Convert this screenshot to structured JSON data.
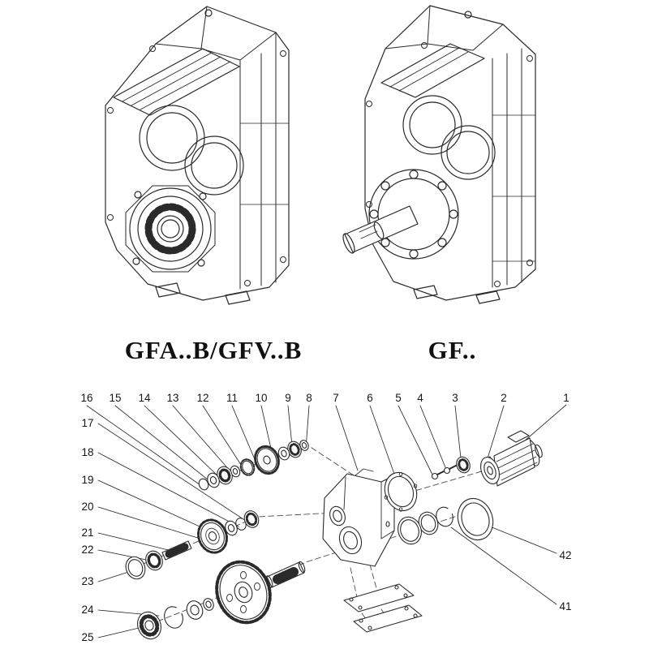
{
  "page": {
    "background": "#ffffff",
    "line_color": "#2a2a2a"
  },
  "models": {
    "left": {
      "label": "GFA..B/GFV..B"
    },
    "right": {
      "label": "GF.."
    }
  },
  "exploded": {
    "top_numbers": [
      "16",
      "15",
      "14",
      "13",
      "12",
      "11",
      "10",
      "9",
      "8",
      "7",
      "6",
      "5",
      "4",
      "3",
      "2",
      "1"
    ],
    "left_numbers": [
      "17",
      "18",
      "19",
      "20",
      "21",
      "22",
      "23",
      "24",
      "25"
    ],
    "right_numbers": [
      "42",
      "41"
    ]
  }
}
